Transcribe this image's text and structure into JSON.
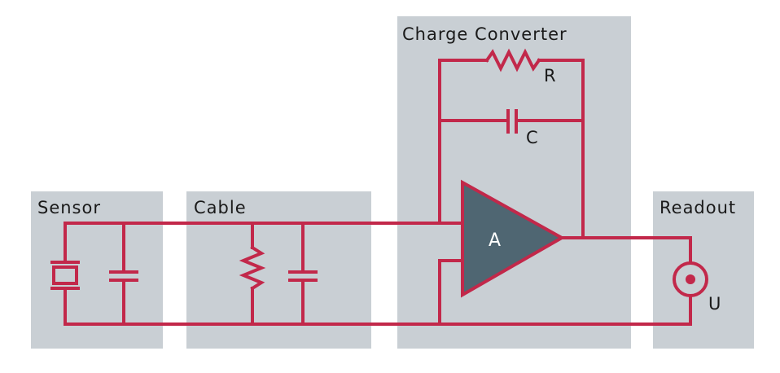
{
  "blocks": {
    "sensor": {
      "label": "Sensor"
    },
    "cable": {
      "label": "Cable"
    },
    "charge_converter": {
      "label": "Charge Converter"
    },
    "readout": {
      "label": "Readout"
    }
  },
  "components": {
    "resistor_label": "R",
    "capacitor_label": "C",
    "amplifier_label": "A",
    "voltage_label": "U"
  },
  "colors": {
    "wire": "#c2284a",
    "panel": "#c9cfd4",
    "amplifier": "#4f6672"
  }
}
